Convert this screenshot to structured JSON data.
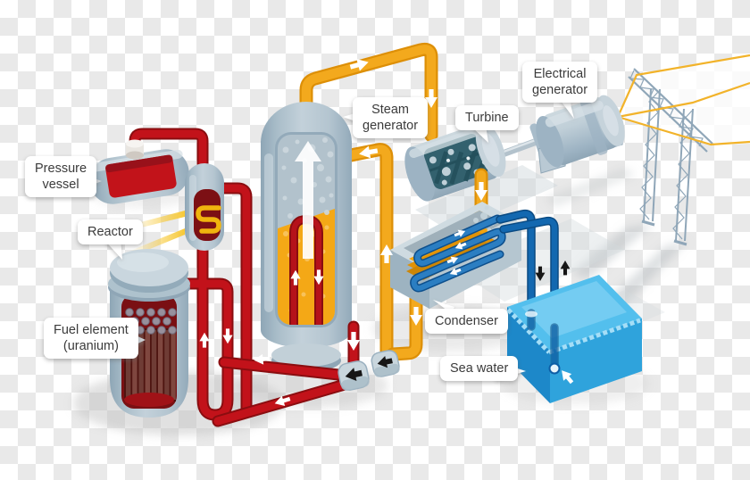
{
  "labels": {
    "pressure_vessel": "Pressure\nvessel",
    "reactor": "Reactor",
    "fuel_element": "Fuel element\n(uranium)",
    "steam_generator": "Steam\ngenerator",
    "turbine": "Turbine",
    "electrical_generator": "Electrical\ngenerator",
    "condenser": "Condenser",
    "sea_water": "Sea water"
  },
  "colors": {
    "primary_loop": "#c2121a",
    "steam_loop": "#f3a91d",
    "sea_loop": "#1368b0",
    "vessel_shell": "#b9c9d4",
    "sea_water_top": "#53bfed",
    "power_line": "#f2b32a",
    "label_text": "#3b3b3b"
  }
}
